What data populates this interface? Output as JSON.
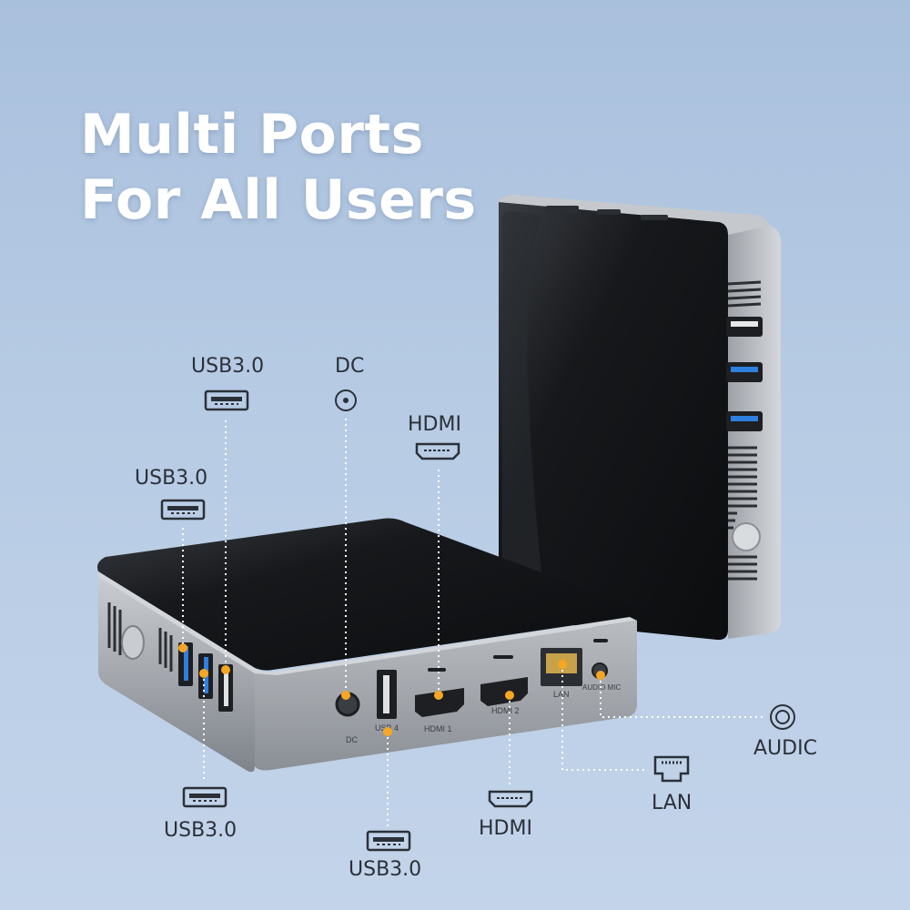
{
  "headline": {
    "line1": "Multi Ports",
    "line2": "For All Users"
  },
  "callouts": {
    "usb_top_rear": "USB3.0",
    "dc": "DC",
    "hdmi_top": "HDMI",
    "usb_left": "USB3.0",
    "usb_bottom_left": "USB3.0",
    "usb_bottom_center": "USB3.0",
    "hdmi_bottom": "HDMI",
    "lan": "LAN",
    "audic": "AUDIC"
  },
  "port_markings": {
    "dc": "DC",
    "usb4": "USB 4",
    "hdmi1": "HDMI 1",
    "hdmi2": "HDMI 2",
    "lan": "LAN",
    "audio": "AUDIO MIC"
  },
  "colors": {
    "background": "#b7cbe4",
    "leader_dots": "#ffffff",
    "port_marker": "#f5a623",
    "usb_blue": "#2f7fe0",
    "chassis_silver": "#9ea3aa",
    "lid_black": "#15171a"
  },
  "icons": [
    "usb-icon",
    "dc-icon",
    "hdmi-icon",
    "lan-icon",
    "audio-jack-icon"
  ]
}
